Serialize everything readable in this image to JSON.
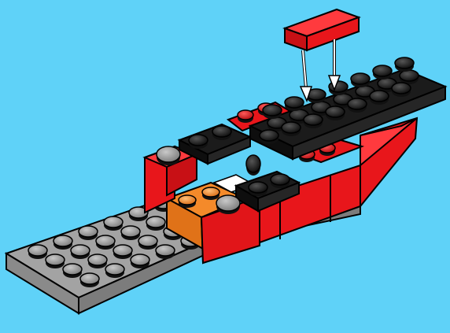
{
  "scene": {
    "background_color": "#5fd2f8",
    "colors": {
      "red": "#e8161b",
      "red_dark": "#a80d10",
      "black": "#161616",
      "gray": "#9a9a9a",
      "gray_dark": "#6e6e6e",
      "orange": "#f48a2a",
      "white": "#ffffff"
    },
    "parts": [
      "base-plate-gray",
      "hull-red",
      "cockpit-orange",
      "top-plate-black",
      "small-plate-black",
      "new-brick-red"
    ],
    "instruction": "arrows-down-placement"
  }
}
